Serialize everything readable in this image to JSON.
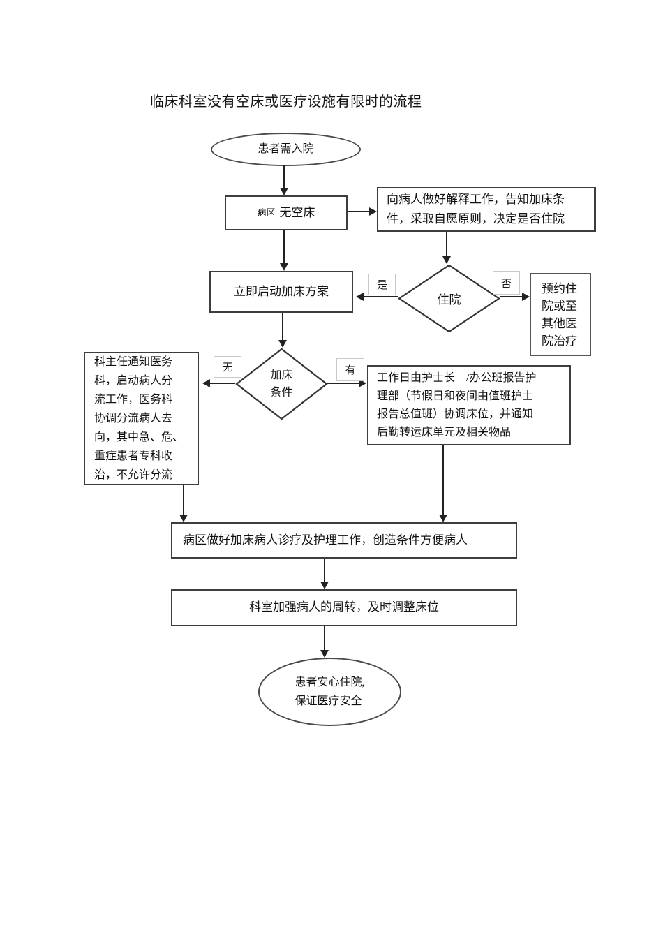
{
  "title": "临床科室没有空床或医疗设施有限时的流程",
  "nodes": {
    "start": {
      "label": "患者需入院",
      "shape": "ellipse"
    },
    "no_bed": {
      "prefix": "病区",
      "main": "无空床",
      "shape": "rect"
    },
    "explain": {
      "label": "向病人做好解释工作，告知加床条\n件，采取自愿原则，决定是否住院",
      "shape": "rect"
    },
    "admission": {
      "label": "住院",
      "shape": "diamond"
    },
    "start_plan": {
      "label": "立即启动加床方案",
      "shape": "rect"
    },
    "reserve": {
      "label": "预约住\n院或至\n其他医\n院治疗",
      "shape": "rect"
    },
    "condition": {
      "label": "加床\n条件",
      "shape": "diamond"
    },
    "director": {
      "label": "科主任通知医务\n科，启动病人分\n流工作，医务科\n协调分流病人去\n向，其中急、危、\n重症患者专科收\n治，不允许分流",
      "shape": "rect"
    },
    "workday": {
      "label": "工作日由护士长　/办公班报告护\n理部（节假日和夜间由值班护士\n报告总值班）协调床位，并通知\n后勤转运床单元及相关物品",
      "shape": "rect"
    },
    "ward_care": {
      "label": "病区做好加床病人诊疗及护理工作，创造条件方便病人",
      "shape": "rect"
    },
    "turnover": {
      "label": "科室加强病人的周转，及时调整床位",
      "shape": "rect"
    },
    "end": {
      "label": "患者安心住院,\n保证医疗安全",
      "shape": "ellipse"
    }
  },
  "edge_labels": {
    "yes": "是",
    "no": "否",
    "none": "无",
    "have": "有"
  },
  "colors": {
    "line": "#222222",
    "node_border": "#3d3d3d",
    "label_border": "#c9c9c9",
    "text": "#111111",
    "background": "#ffffff"
  }
}
